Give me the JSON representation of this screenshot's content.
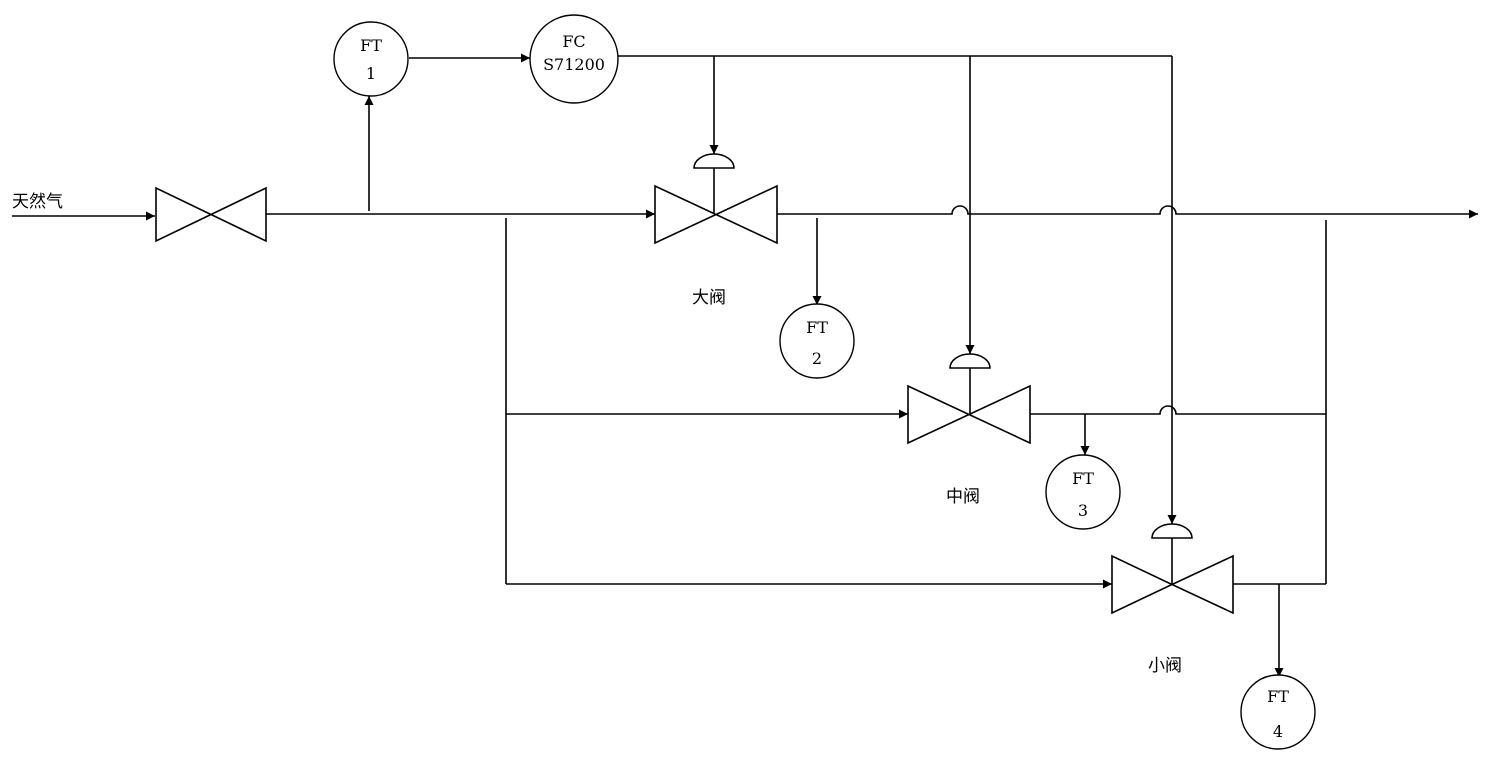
{
  "inlet_label": "天然气",
  "valves": {
    "large": "大阀",
    "medium": "中阀",
    "small": "小阀"
  },
  "instruments": {
    "ft1": {
      "tag": "FT",
      "num": "1"
    },
    "fc": {
      "tag": "FC",
      "num": "S71200"
    },
    "ft2": {
      "tag": "FT",
      "num": "2"
    },
    "ft3": {
      "tag": "FT",
      "num": "3"
    },
    "ft4": {
      "tag": "FT",
      "num": "4"
    }
  }
}
